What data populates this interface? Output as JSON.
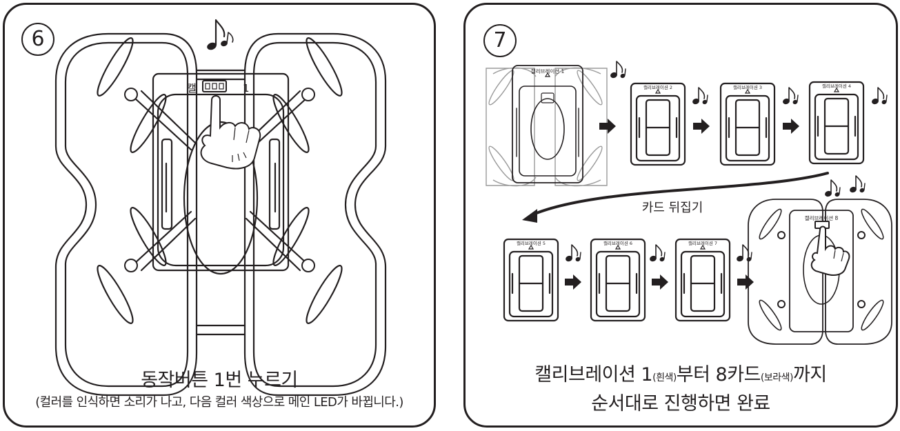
{
  "step6": {
    "number": "6",
    "title": "동작버튼 1번 누르기",
    "note": "(컬러를 인식하면 소리가 나고, 다음 컬러 색상으로 메인 LED가 바뀝니다.)",
    "card_label_left": "캘",
    "card_label_right": "1"
  },
  "step7": {
    "number": "7",
    "flip_label": "카드 뒤집기",
    "caption_pre": "캘리브레이션 1",
    "caption_white": "(흰색)",
    "caption_mid": "부터 8카드",
    "caption_purple": "(보라색)",
    "caption_post": "까지",
    "caption_line2": "순서대로 진행하면 완료",
    "cards": [
      {
        "label": "캘리브레이션 1"
      },
      {
        "label": "캘리브레이션 2"
      },
      {
        "label": "캘리브레이션 3"
      },
      {
        "label": "캘리브레이션 4"
      },
      {
        "label": "캘리브레이션 5"
      },
      {
        "label": "캘리브레이션 6"
      },
      {
        "label": "캘리브레이션 7"
      },
      {
        "label": "캘리브레이션 8"
      }
    ]
  },
  "icons": {
    "music": "music-note-icon",
    "arrow": "arrow-right-icon",
    "hand": "pointing-hand-icon"
  },
  "colors": {
    "line": "#231f20",
    "ghost": "#9a9a9a",
    "background": "#ffffff"
  }
}
